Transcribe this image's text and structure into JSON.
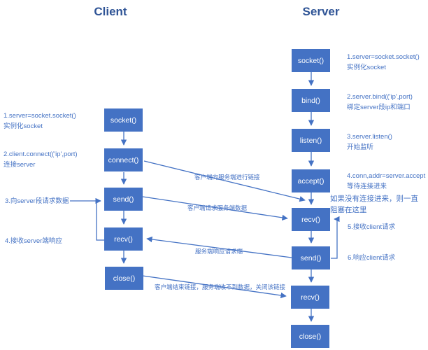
{
  "titles": {
    "client": "Client",
    "server": "Server"
  },
  "client": {
    "boxes": [
      {
        "label": "socket()"
      },
      {
        "label": "connect()"
      },
      {
        "label": "send()"
      },
      {
        "label": "recv()"
      },
      {
        "label": "close()"
      }
    ],
    "annotations": [
      {
        "line1": "1.server=socket.socket()",
        "line2": "实例化socket"
      },
      {
        "line1": "2.client.connect(('ip',port)",
        "line2": "连接server"
      },
      {
        "line1": "3.向server段请求数据",
        "line2": ""
      },
      {
        "line1": "4.接收server端响应",
        "line2": ""
      }
    ]
  },
  "server": {
    "boxes": [
      {
        "label": "socket()"
      },
      {
        "label": "bind()"
      },
      {
        "label": "listen()"
      },
      {
        "label": "accept()"
      },
      {
        "label": "recv()"
      },
      {
        "label": "send()"
      },
      {
        "label": "recv()"
      },
      {
        "label": "close()"
      }
    ],
    "annotations": [
      {
        "line1": "1.server=socket.socket()",
        "line2": "实例化socket"
      },
      {
        "line1": "2.server.bind(('ip',port)",
        "line2": "绑定server段ip和端口"
      },
      {
        "line1": "3.server.listen()",
        "line2": "开始监听"
      },
      {
        "line1": "4.conn,addr=server.accept",
        "line2": "等待连接进来"
      },
      {
        "line1": "5.接收client请求",
        "line2": ""
      },
      {
        "line1": "6.响应client请求",
        "line2": ""
      }
    ],
    "blocker_note": {
      "line1": "如果没有连接进来，则一直",
      "line2": "阻塞在这里"
    }
  },
  "arrow_labels": [
    "客户端向服务端进行链接",
    "客户端请求服务端数据",
    "服务端响应请求端",
    "客户端结束链接，服务端收不到数据，关闭该链接"
  ],
  "colors": {
    "box_fill": "#4472C4",
    "line": "#4472C4",
    "title": "#2F5496",
    "annotation": "#4472C4"
  }
}
